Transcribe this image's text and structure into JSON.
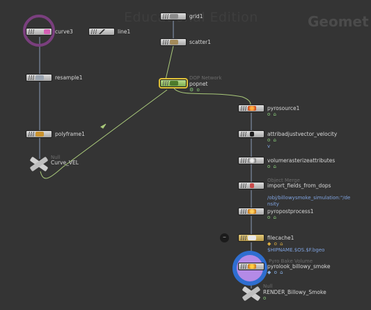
{
  "watermark": "Educational Edition",
  "context_label": "Geomet",
  "nodes": {
    "grid1": {
      "label": "grid1"
    },
    "curve3": {
      "label": "curve3"
    },
    "line1": {
      "label": "line1"
    },
    "scatter1": {
      "label": "scatter1"
    },
    "resample1": {
      "label": "resample1"
    },
    "popnet": {
      "type": "DOP Network",
      "label": "popnet"
    },
    "pyrosource1": {
      "label": "pyrosource1"
    },
    "polyframe1": {
      "label": "polyframe1"
    },
    "attribadjust": {
      "label": "attribadjustvector_velocity",
      "param": "v"
    },
    "curve_vel": {
      "type": "Null",
      "label": "Curve_VEL"
    },
    "volumerasterize": {
      "label": "volumerasterizeattributes"
    },
    "import_fields": {
      "type": "Object Merge",
      "label": "import_fields_from_dops",
      "param": "/obj/billowysmoke_simulation:\"/de nsity"
    },
    "pyropostprocess1": {
      "label": "pyropostprocess1"
    },
    "filecache1": {
      "label": "filecache1",
      "param": "$HIPNAME.$OS.$F.bgeo"
    },
    "pyrolook": {
      "type": "Pyro Bake Volume",
      "label": "pyrolook_billowy_smoke"
    },
    "render": {
      "type": "Null",
      "label": "RENDER_Billowy_Smoke"
    }
  },
  "colors": {
    "wire": "#8a9bb8",
    "wire_green": "#a9c97a",
    "selected": "#e0c238",
    "display": "#9a6fd8",
    "render": "#6aa0e0"
  }
}
